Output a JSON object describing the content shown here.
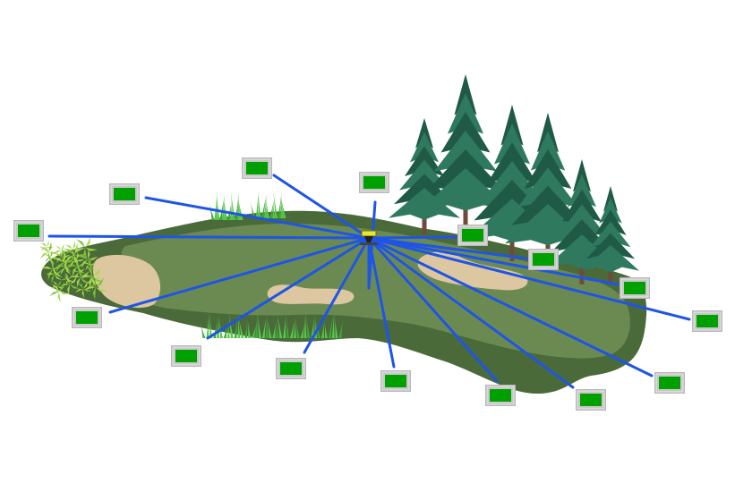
{
  "diagram": {
    "colors": {
      "background": "#ffffff",
      "fairway_outer": "#4a6a3a",
      "fairway_inner": "#6b8a52",
      "bunker": "#dcc7a0",
      "link": "#1f55e6",
      "node_fill": "#00a000",
      "node_frame": "#c8c8c8",
      "tree_dark": "#1f5a46",
      "tree_light": "#2f7a5e",
      "trunk": "#6e4b3a",
      "grass": "#57c84a",
      "shrub": "#7cc23a",
      "hub": "#e8e830"
    },
    "hub": {
      "name": "central-access-point",
      "icon": "access-point-icon"
    },
    "nodes": [
      {
        "id": "n1",
        "icon": "sensor-node-icon"
      },
      {
        "id": "n2",
        "icon": "sensor-node-icon"
      },
      {
        "id": "n3",
        "icon": "sensor-node-icon"
      },
      {
        "id": "n4",
        "icon": "sensor-node-icon"
      },
      {
        "id": "n5",
        "icon": "sensor-node-icon"
      },
      {
        "id": "n6",
        "icon": "sensor-node-icon"
      },
      {
        "id": "n7",
        "icon": "sensor-node-icon"
      },
      {
        "id": "n8",
        "icon": "sensor-node-icon"
      },
      {
        "id": "n9",
        "icon": "sensor-node-icon"
      },
      {
        "id": "n10",
        "icon": "sensor-node-icon"
      },
      {
        "id": "n11",
        "icon": "sensor-node-icon"
      },
      {
        "id": "n12",
        "icon": "sensor-node-icon"
      },
      {
        "id": "n13",
        "icon": "sensor-node-icon"
      },
      {
        "id": "n14",
        "icon": "sensor-node-icon"
      },
      {
        "id": "n15",
        "icon": "sensor-node-icon"
      }
    ]
  }
}
